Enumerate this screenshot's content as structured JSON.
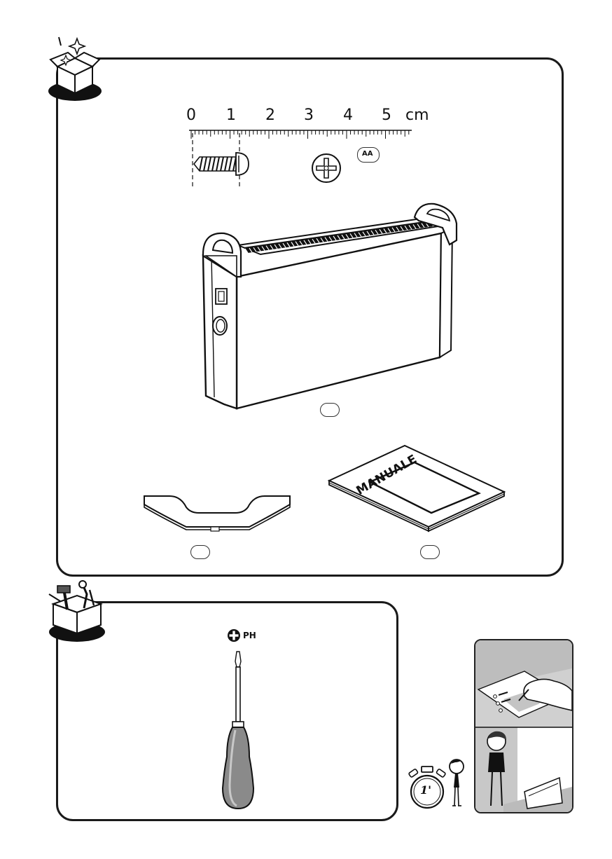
{
  "ruler": {
    "ticks": [
      "0",
      "1",
      "2",
      "3",
      "4",
      "5"
    ],
    "unit": "cm"
  },
  "screw_badge": "AA",
  "manual_title": "MANUALE",
  "tool": {
    "head_label": "PH"
  },
  "time_badge": "1'",
  "icons": [
    "unbox-icon",
    "toolbox-icon",
    "phillips-screw-head-icon",
    "phillips-symbol-icon",
    "stopwatch-icon",
    "person-icon"
  ]
}
